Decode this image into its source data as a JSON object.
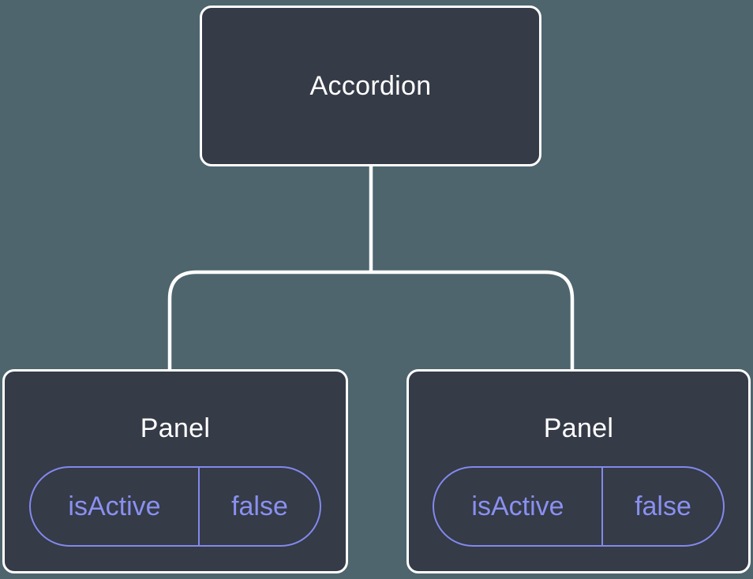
{
  "diagram": {
    "title": "component-tree",
    "colors": {
      "background": "#4e656e",
      "node_fill": "#353b47",
      "node_border": "#ffffff",
      "heading_text": "#ffffff",
      "state_accent": "#8289ec",
      "connector": "#ffffff"
    },
    "root": {
      "label": "Accordion"
    },
    "children": [
      {
        "label": "Panel",
        "state": {
          "name": "isActive",
          "value": "false"
        }
      },
      {
        "label": "Panel",
        "state": {
          "name": "isActive",
          "value": "false"
        }
      }
    ]
  }
}
